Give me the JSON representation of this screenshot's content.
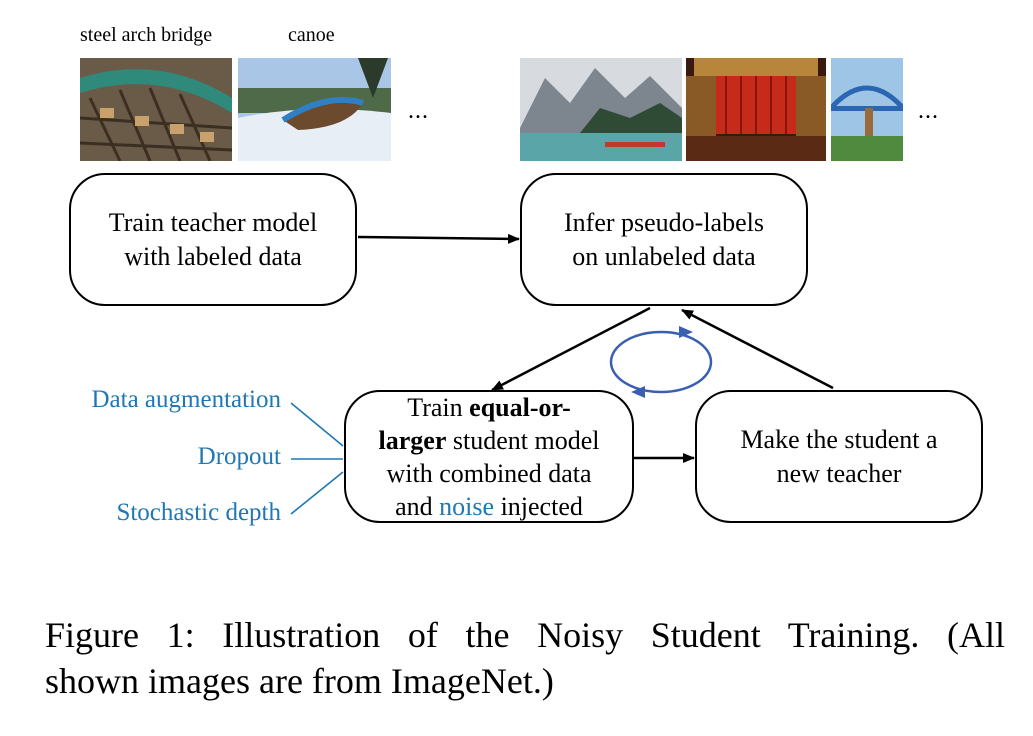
{
  "image_labels": {
    "label1": "steel arch bridge",
    "label2": "canoe"
  },
  "thumbnails": [
    {
      "icon": "steel-arch-bridge-image"
    },
    {
      "icon": "canoe-image"
    },
    {
      "icon": "mountain-lake-image"
    },
    {
      "icon": "theater-stage-image"
    },
    {
      "icon": "blue-bridge-image"
    }
  ],
  "ellipsis": "...",
  "boxes": {
    "teacher": {
      "line1": "Train teacher model",
      "line2": "with labeled data"
    },
    "infer": {
      "line1": "Infer pseudo-labels",
      "line2": "on unlabeled data"
    },
    "student": {
      "part1": "Train ",
      "bold1": "equal-or-",
      "bold2": "larger",
      "part2": " student model",
      "line3": "with combined data",
      "part4a": "and ",
      "noise": "noise",
      "part4b": " injected"
    },
    "new_teacher": {
      "line1": "Make the student a",
      "line2": "new teacher"
    }
  },
  "noise_types": [
    "Data augmentation",
    "Dropout",
    "Stochastic depth"
  ],
  "caption": {
    "line1": "Figure 1: Illustration of the Noisy Student Training. (All",
    "line2": "shown images are from ImageNet.)"
  },
  "colors": {
    "accent_blue": "#1f77b4",
    "cycle_blue": "#3a5fb0"
  }
}
